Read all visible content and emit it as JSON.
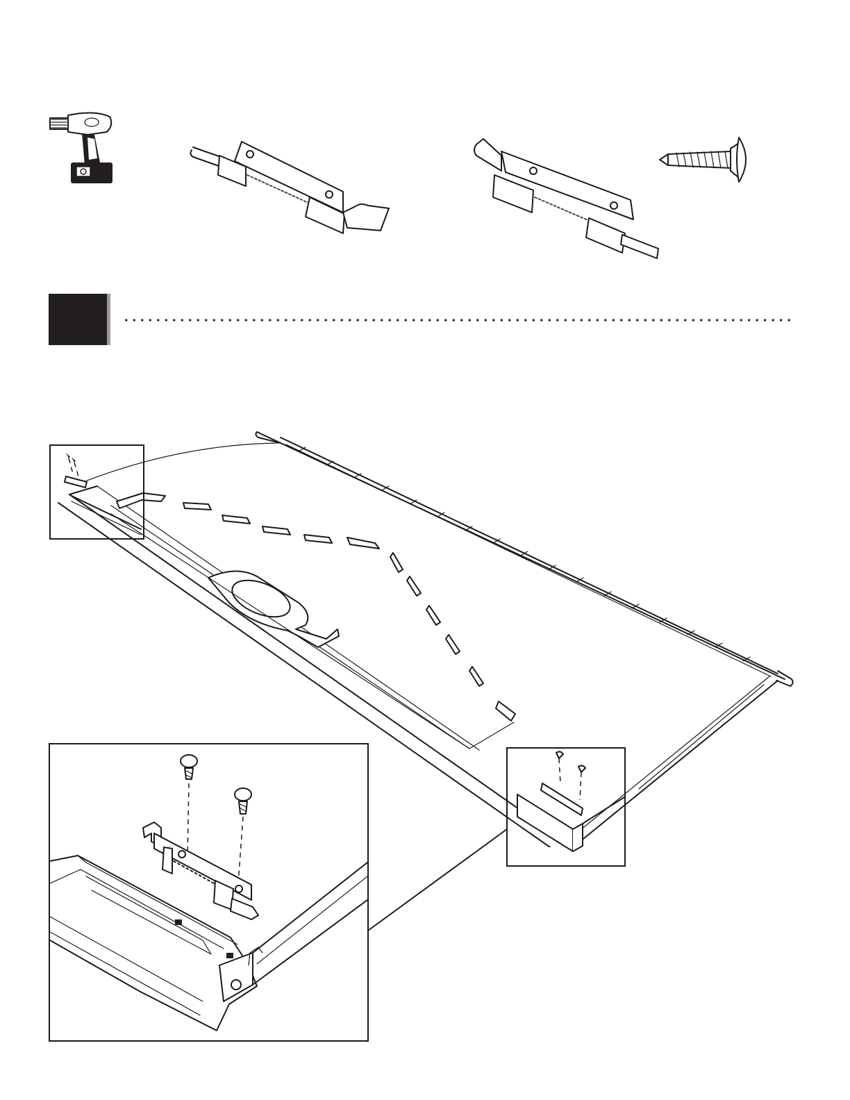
{
  "page": {
    "step_number": "",
    "colors": {
      "ink": "#231f20",
      "badge_shadow": "#9a9a9a",
      "background": "#ffffff"
    }
  },
  "tools": [
    {
      "name": "cordless-drill-icon"
    },
    {
      "name": "latch-left-icon"
    },
    {
      "name": "latch-right-icon"
    },
    {
      "name": "screw-icon"
    }
  ],
  "callouts": [
    {
      "name": "callout-top-left"
    },
    {
      "name": "callout-bottom-right"
    },
    {
      "name": "detail-zoom"
    }
  ]
}
